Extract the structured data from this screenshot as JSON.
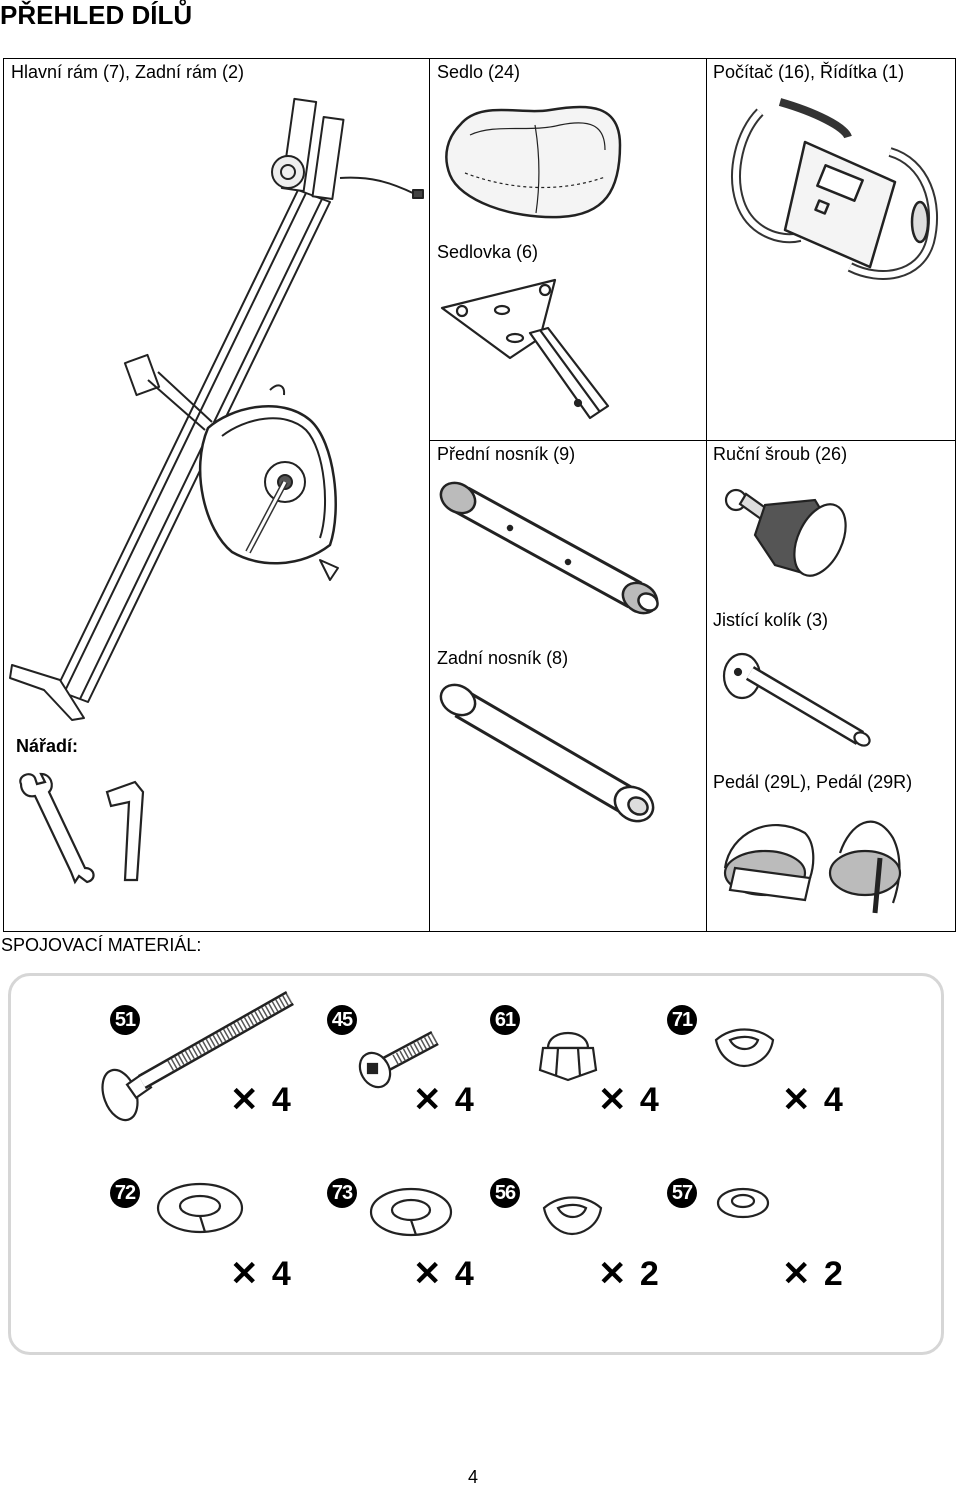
{
  "page_title": "PŘEHLED DÍLŮ",
  "parts": {
    "main_frame": "Hlavní rám (7), Zadní rám (2)",
    "saddle": "Sedlo (24)",
    "computer": "Počítač (16), Řídítka (1)",
    "seat_post": "Sedlovka (6)",
    "front_stabilizer": "Přední nosník (9)",
    "hand_screw": "Ruční šroub (26)",
    "locking_pin": "Jistící kolík (3)",
    "rear_stabilizer": "Zadní nosník (8)",
    "pedals": "Pedál (29L), Pedál (29R)"
  },
  "tools_label": "Nářadí:",
  "hardware_label": "SPOJOVACÍ MATERIÁL:",
  "hardware": [
    {
      "num": "51",
      "qty": "✕ 4"
    },
    {
      "num": "45",
      "qty": "✕ 4"
    },
    {
      "num": "61",
      "qty": "✕ 4"
    },
    {
      "num": "71",
      "qty": "✕ 4"
    },
    {
      "num": "72",
      "qty": "✕ 4"
    },
    {
      "num": "73",
      "qty": "✕ 4"
    },
    {
      "num": "56",
      "qty": "✕ 2"
    },
    {
      "num": "57",
      "qty": "✕ 2"
    }
  ],
  "page_number": "4"
}
